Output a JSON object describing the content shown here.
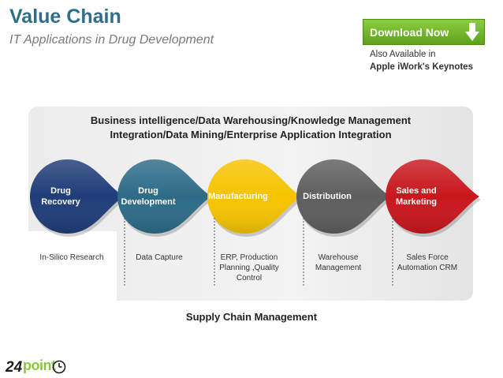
{
  "header": {
    "title": "Value Chain",
    "subtitle": "IT Applications in Drug Development"
  },
  "download": {
    "label": "Download Now",
    "also_line1": "Also Available in",
    "also_line2": "Apple iWork's Keynotes"
  },
  "diagram": {
    "top_line1": "Business intelligence/Data Warehousing/Knowledge Management",
    "top_line2": "Integration/Data Mining/Enterprise Application Integration",
    "stages": [
      {
        "label": "Drug\nRecovery",
        "sub": "In-Silico Research",
        "color": "#1f3d78"
      },
      {
        "label": "Drug\nDevelopment",
        "sub": "Data Capture",
        "color": "#2d6b88"
      },
      {
        "label": "Manufacturing",
        "sub": "ERP, Production\nPlanning ,Quality\nControl",
        "color": "#f5c400"
      },
      {
        "label": "Distribution",
        "sub": "Warehouse\nManagement",
        "color": "#5e5e5e"
      },
      {
        "label": "Sales and\nMarketing",
        "sub": "Sales Force\nAutomation CRM",
        "color": "#c8171d"
      }
    ],
    "bottom_label": "Supply Chain Management"
  },
  "logo": {
    "number": "24",
    "word": "point"
  }
}
